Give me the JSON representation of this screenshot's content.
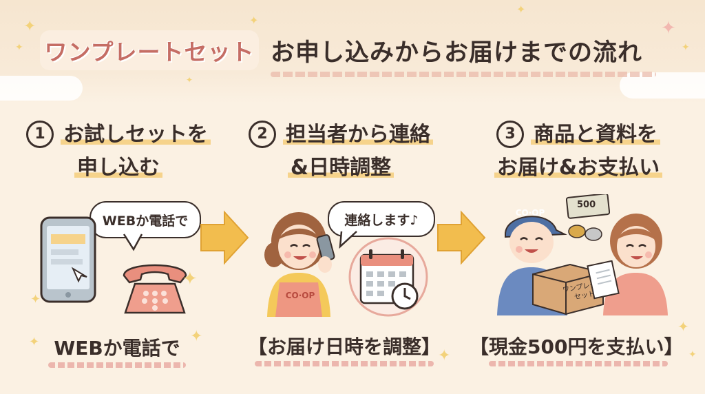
{
  "header": {
    "title_pill": "ワンプレートセット",
    "title_main": "お申し込みからお届けまでの流れ"
  },
  "steps": [
    {
      "number": "1",
      "title_line1": "お試しセットを",
      "title_line2": "申し込む",
      "bubble": "WEBか電話で",
      "caption": "WEBか電話で"
    },
    {
      "number": "2",
      "title_line1": "担当者から連絡",
      "title_line2": "&日時調整",
      "bubble": "連絡します♪",
      "apron_logo": "CO·OP",
      "caption": "【お届け日時を調整】"
    },
    {
      "number": "3",
      "title_line1": "商品と資料を",
      "title_line2": "お届け&お支払い",
      "cap_logo": "CO·OP",
      "banknote": "500",
      "box_label_line1": "ワンプレート",
      "box_label_line2": "セット",
      "caption": "【現金500円を支払い】"
    }
  ],
  "colors": {
    "background": "#fbf1e3",
    "accent_pink": "#c56d64",
    "accent_yellow": "#f6d38b",
    "arrow": "#f2bd4e",
    "text": "#3a2e2a"
  },
  "icons": [
    "smartphone-icon",
    "telephone-icon",
    "calendar-icon",
    "clock-icon",
    "arrow-right-icon",
    "sparkle-icon",
    "banknote-icon",
    "coin-icon",
    "box-icon",
    "document-icon"
  ]
}
